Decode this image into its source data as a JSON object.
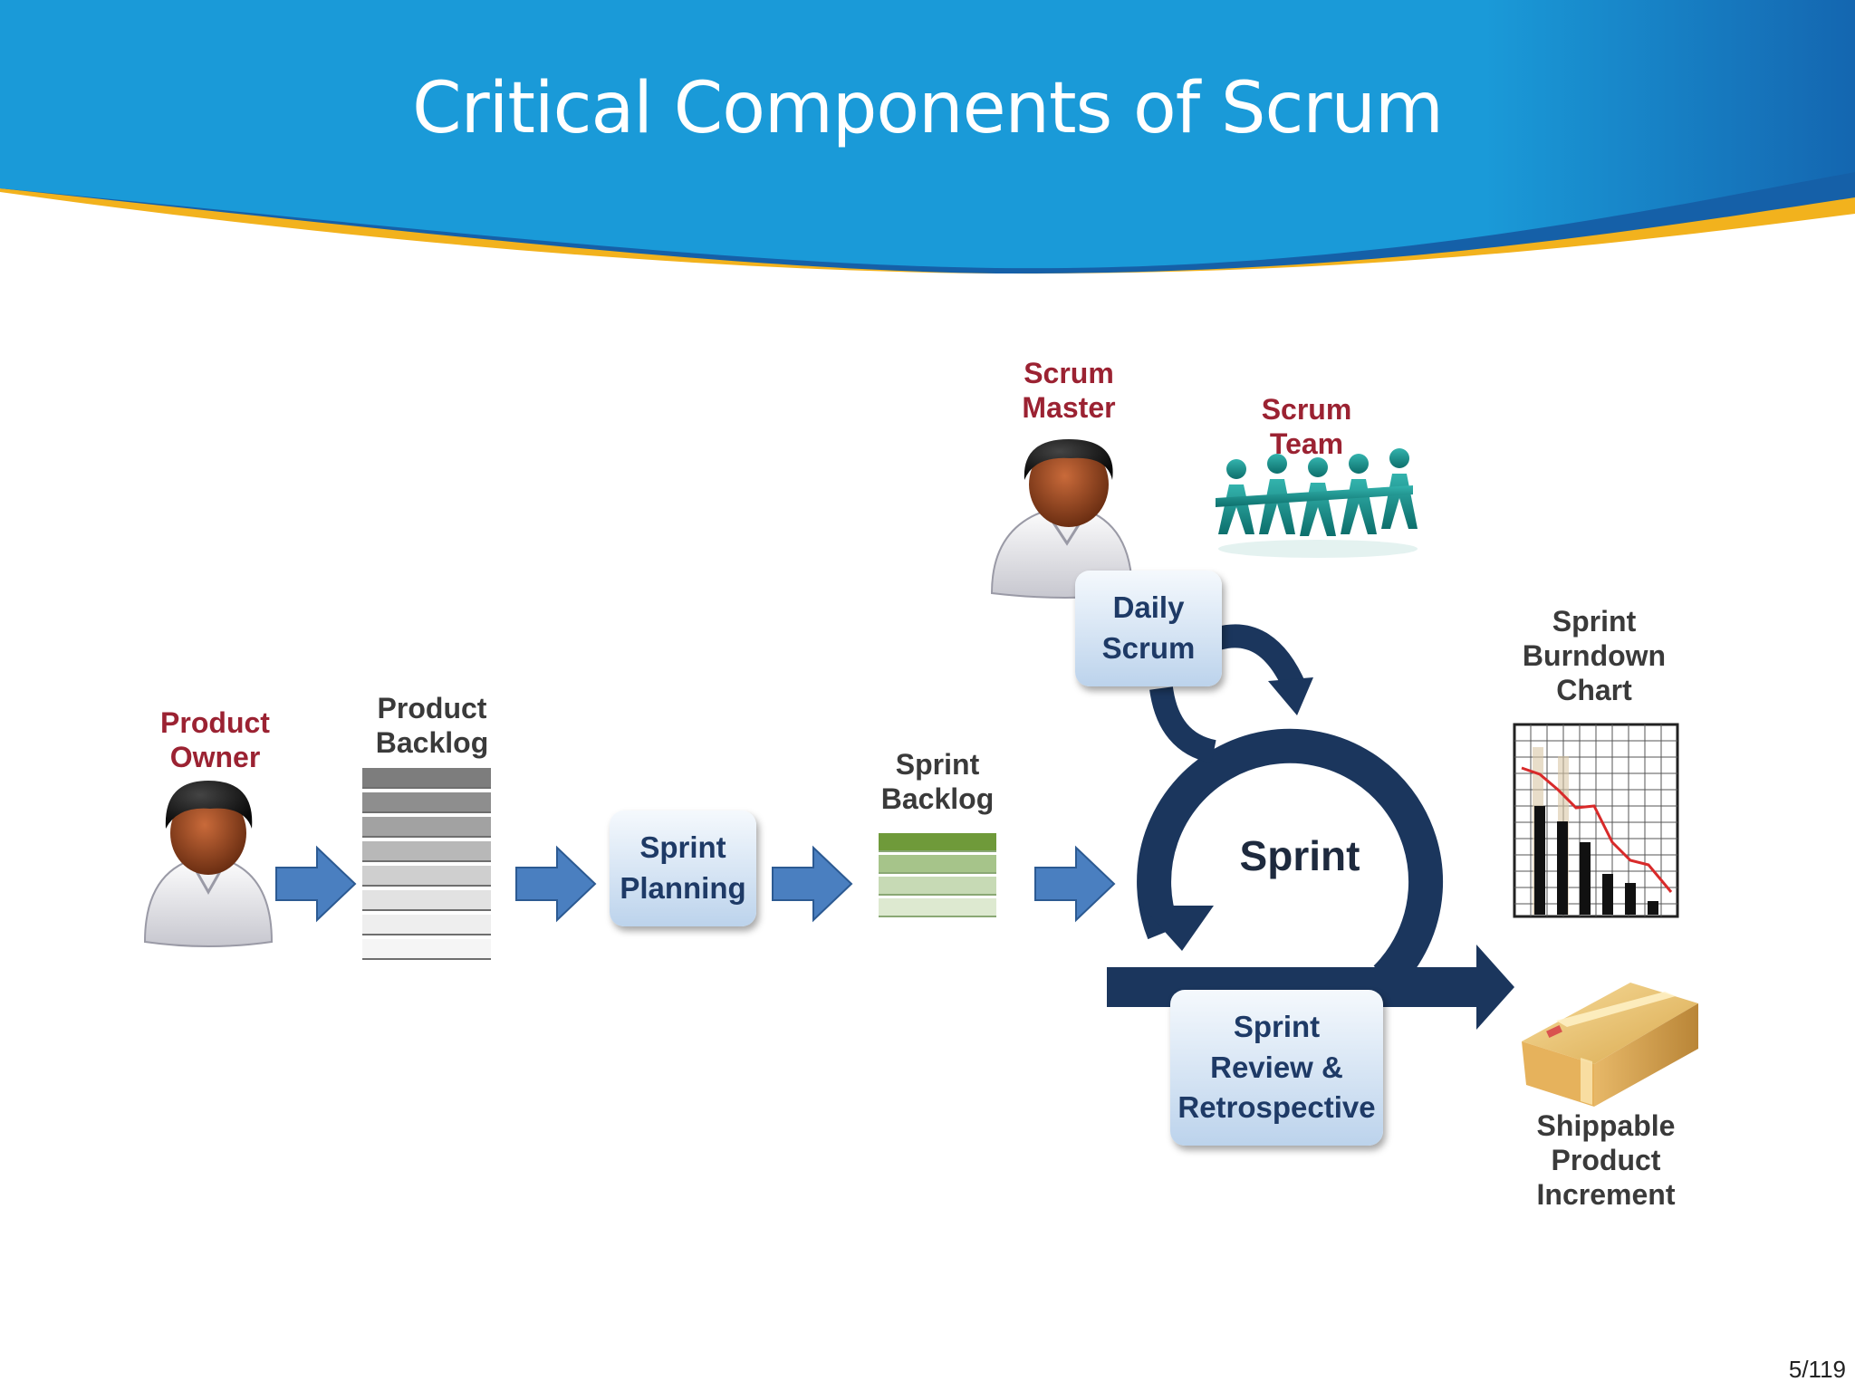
{
  "slide": {
    "title": "Critical Components of Scrum",
    "page_number": "5/119"
  },
  "diagram": {
    "product_owner": [
      "Product",
      "Owner"
    ],
    "product_backlog": [
      "Product",
      "Backlog"
    ],
    "sprint_planning": [
      "Sprint",
      "Planning"
    ],
    "sprint_backlog": [
      "Sprint",
      "Backlog"
    ],
    "scrum_master": [
      "Scrum",
      "Master"
    ],
    "scrum_team": [
      "Scrum",
      "Team"
    ],
    "daily_scrum": [
      "Daily",
      "Scrum"
    ],
    "sprint": "Sprint",
    "sprint_burndown_chart": [
      "Sprint",
      "Burndown",
      "Chart"
    ],
    "sprint_review": [
      "Sprint",
      "Review &",
      "Retrospective"
    ],
    "shippable_product_increment": [
      "Shippable",
      "Product",
      "Increment"
    ]
  },
  "colors": {
    "header_blue": "#1a9ad8",
    "header_dark_blue": "#1466b0",
    "header_gold": "#f2b21d",
    "label_red": "#9b2232",
    "arrow_blue": "#4a7fc0",
    "sprint_navy": "#1b365d"
  }
}
